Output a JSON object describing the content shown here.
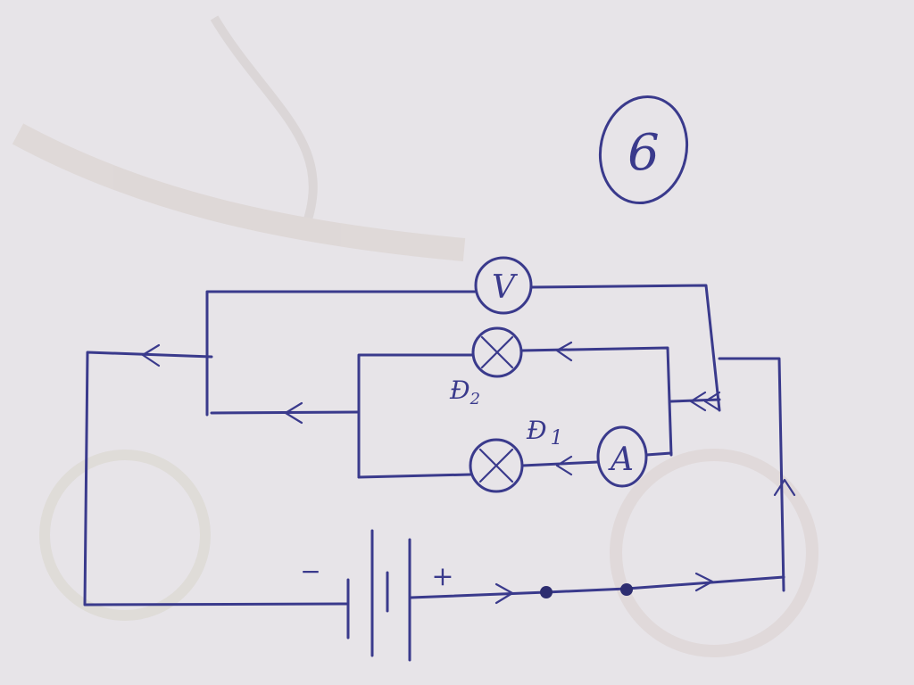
{
  "page_number": "6",
  "battery": {
    "negative_label": "−",
    "positive_label": "+"
  },
  "meters": {
    "voltmeter_label": "V",
    "ammeter_label": "A"
  },
  "lamps": {
    "lamp1_label": "Đ",
    "lamp1_subscript": "1",
    "lamp2_label": "Đ",
    "lamp2_subscript": "2"
  },
  "colors": {
    "ink": "#3a3a8c",
    "paper": "#e7e4e8"
  }
}
